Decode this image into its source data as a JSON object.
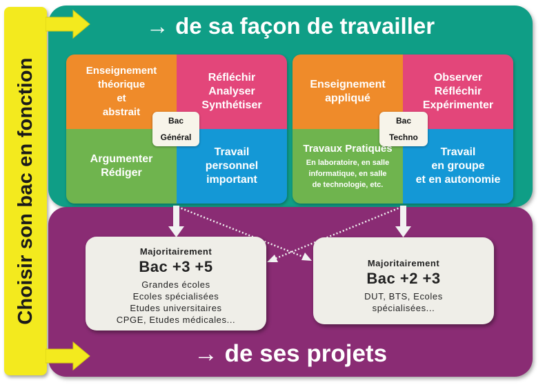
{
  "side": {
    "label": "Choisir son bac en fonction"
  },
  "top": {
    "title": "→ de sa façon de travailler"
  },
  "bottom": {
    "title": "→ de ses projets"
  },
  "bac_general": {
    "badge": [
      "Bac",
      "Général"
    ],
    "quadrants": {
      "top_left": [
        "Enseignement",
        "théorique",
        "et",
        "abstrait"
      ],
      "top_right": [
        "Réfléchir",
        "Analyser",
        "Synthétiser"
      ],
      "bottom_left": [
        "Argumenter",
        "Rédiger"
      ],
      "bottom_right": [
        "Travail",
        "personnel",
        "important"
      ]
    }
  },
  "bac_techno": {
    "badge": [
      "Bac",
      "Techno"
    ],
    "quadrants": {
      "top_left": [
        "Enseignement",
        "appliqué"
      ],
      "top_right": [
        "Observer",
        "Réfléchir",
        "Expérimenter"
      ],
      "bottom_left_title": "Travaux Pratiques",
      "bottom_left_detail": [
        "En laboratoire, en salle",
        "informatique, en salle",
        "de technologie, etc."
      ],
      "bottom_right": [
        "Travail",
        "en groupe",
        "et en autonomie"
      ]
    }
  },
  "outcomes": {
    "left": {
      "heading": "Majoritairement",
      "level": "Bac +3 +5",
      "lines": [
        "Grandes écoles",
        "Ecoles spécialisées",
        "Etudes universitaires",
        "CPGE, Etudes médicales..."
      ]
    },
    "right": {
      "heading": "Majoritairement",
      "level": "Bac +2 +3",
      "lines": [
        "DUT, BTS, Ecoles",
        "spécialisées..."
      ]
    }
  },
  "colors": {
    "top_panel": "#0f9e86",
    "bottom_panel": "#8a2c74",
    "side_band": "#f3ea1e",
    "orange": "#ef8b2a",
    "pink": "#e3467a",
    "green": "#6fb44e",
    "blue": "#1498d6"
  }
}
